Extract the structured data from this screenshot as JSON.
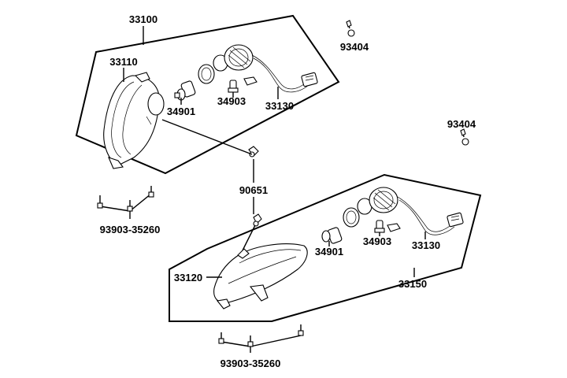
{
  "labels": {
    "assy_right": "33100",
    "lens_right": "33110",
    "bulb_right": "34901",
    "bulb_small_right": "34903",
    "socket_right": "33130",
    "screw_top": "93404",
    "screw_mid": "93404",
    "clip": "90651",
    "bolts_left": "93903-35260",
    "assy_left": "33150",
    "lens_left": "33120",
    "bulb_left": "34901",
    "bulb_small_left": "34903",
    "socket_left": "33130",
    "bolts_bottom": "93903-35260"
  }
}
